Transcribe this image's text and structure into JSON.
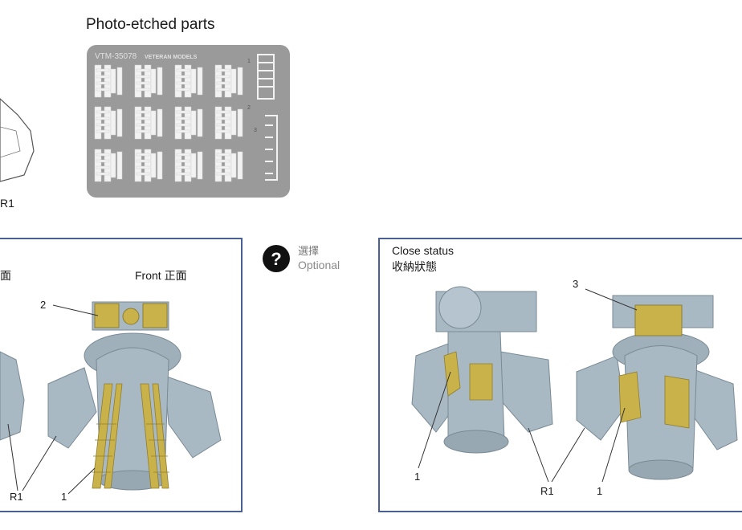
{
  "photo_etched": {
    "title": "Photo-etched parts",
    "fret_code": "VTM-35078",
    "brand": "VETERAN MODELS",
    "callouts": [
      "1",
      "2",
      "3"
    ]
  },
  "top_left_callout": "R1",
  "left_panel": {
    "view_side_zh": "面",
    "view_front": "Front 正面",
    "callouts": [
      "2",
      "R1",
      "1"
    ]
  },
  "optional": {
    "icon": "question-icon",
    "zh": "選擇",
    "en": "Optional"
  },
  "right_panel": {
    "status_en": "Close status",
    "status_zh": "收納狀態",
    "callouts": [
      "3",
      "1",
      "R1",
      "1"
    ]
  },
  "colors": {
    "frame_border": "#4a5f93",
    "part_grey": "#a9b9c4",
    "etched_yellow": "#c9b24a",
    "fret_grey": "#9a9a9a"
  }
}
